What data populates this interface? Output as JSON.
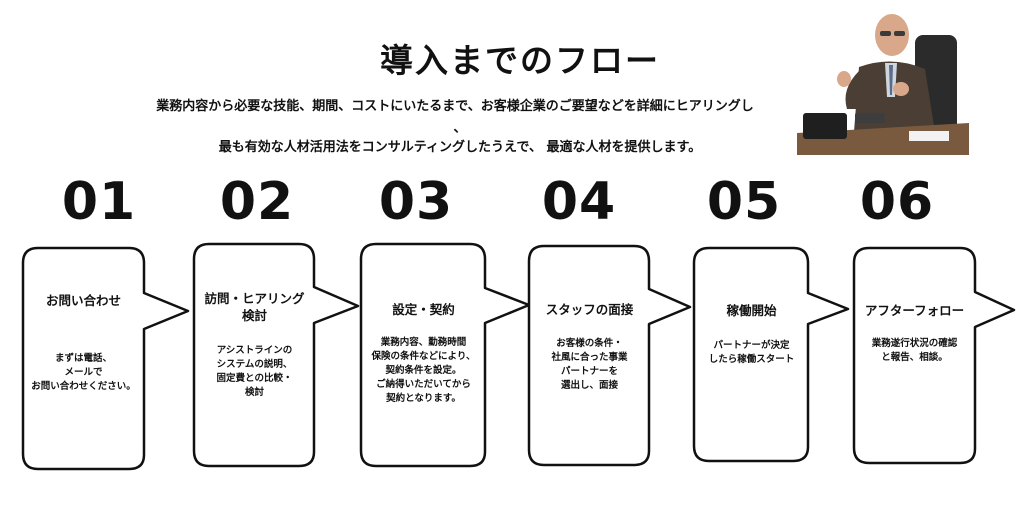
{
  "header": {
    "title": "導入までのフロー",
    "intro_line1": "業務内容から必要な技能、期間、コストにいたるまで、お客様企業のご要望などを詳細にヒアリングし",
    "intro_line1_tail": "、",
    "intro_line2": "最も有効な人材活用法をコンサルティングしたうえで、 最適な人材を提供します。"
  },
  "steps": [
    {
      "number": "01",
      "title": "お問い合わせ",
      "desc": [
        "まずは電話、",
        "メールで",
        "お問い合わせください。"
      ]
    },
    {
      "number": "02",
      "title": [
        "訪問・ヒアリング",
        "検討"
      ],
      "desc": [
        "アシストラインの",
        "システムの説明、",
        "固定費との比較・",
        "検討"
      ]
    },
    {
      "number": "03",
      "title": "設定・契約",
      "desc": [
        "業務内容、勤務時間",
        "保険の条件などにより、",
        "契約条件を設定。",
        "ご納得いただいてから",
        "契約となります。"
      ]
    },
    {
      "number": "04",
      "title": "スタッフの面接",
      "desc": [
        "お客様の条件・",
        "社風に合った事業",
        "パートナーを",
        "選出し、面接"
      ]
    },
    {
      "number": "05",
      "title": "稼働開始",
      "desc": [
        "パートナーが決定",
        "したら稼働スタート"
      ]
    },
    {
      "number": "06",
      "title": "アフターフォロー",
      "desc": [
        "業務遂行状況の確認",
        "と報告、相談。"
      ]
    }
  ]
}
